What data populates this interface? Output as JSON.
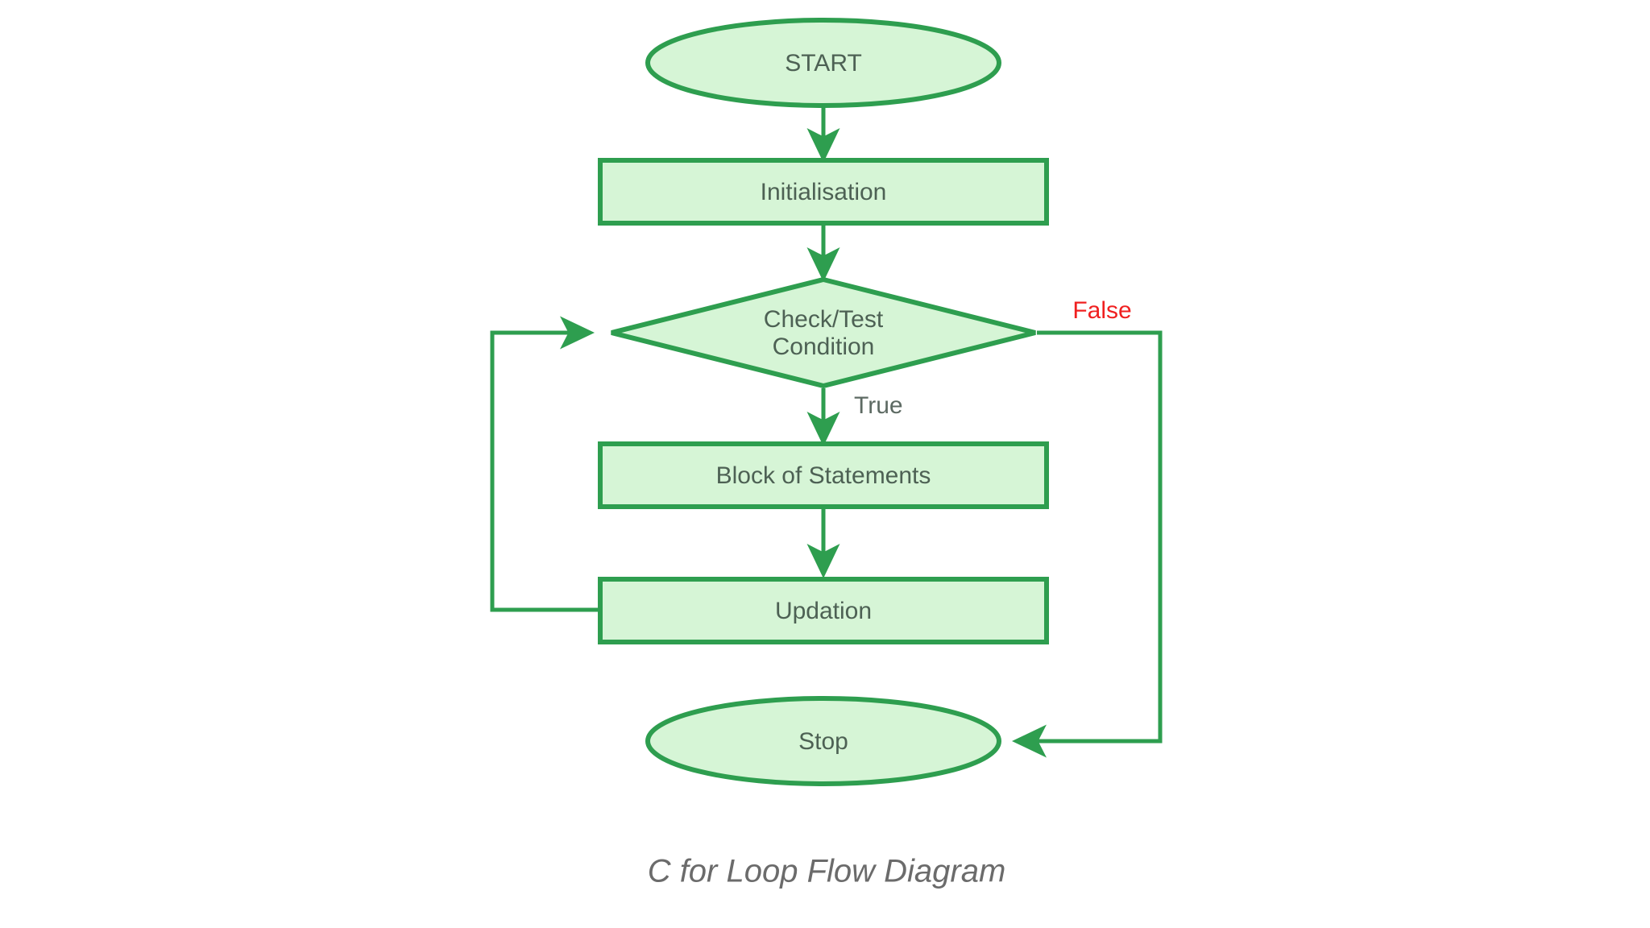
{
  "diagram": {
    "caption": "C for Loop Flow Diagram",
    "background_color": "#ffffff",
    "node_fill_color": "#d6f5d6",
    "node_border_color": "#2e9e4f",
    "node_text_color": "#4d6154",
    "edge_color": "#2e9e4f",
    "false_label_color": "#f02020",
    "true_label_color": "#5d6a63",
    "caption_color": "#6b6b6b",
    "nodes": [
      {
        "id": "start",
        "shape": "ellipse",
        "label": "START"
      },
      {
        "id": "initialisation",
        "shape": "rectangle",
        "label": "Initialisation"
      },
      {
        "id": "condition",
        "shape": "diamond",
        "label_line1": "Check/Test",
        "label_line2": "Condition"
      },
      {
        "id": "block",
        "shape": "rectangle",
        "label": "Block of Statements"
      },
      {
        "id": "updation",
        "shape": "rectangle",
        "label": "Updation"
      },
      {
        "id": "stop",
        "shape": "ellipse",
        "label": "Stop"
      }
    ],
    "edges": [
      {
        "id": "start-to-init",
        "from": "start",
        "to": "initialisation",
        "label": ""
      },
      {
        "id": "init-to-condition",
        "from": "initialisation",
        "to": "condition",
        "label": ""
      },
      {
        "id": "condition-to-block",
        "from": "condition",
        "to": "block",
        "label": "True"
      },
      {
        "id": "condition-to-stop",
        "from": "condition",
        "to": "stop",
        "label": "False"
      },
      {
        "id": "block-to-updation",
        "from": "block",
        "to": "updation",
        "label": ""
      },
      {
        "id": "updation-to-condition",
        "from": "updation",
        "to": "condition",
        "label": ""
      }
    ],
    "labels": {
      "true": "True",
      "false": "False"
    }
  }
}
